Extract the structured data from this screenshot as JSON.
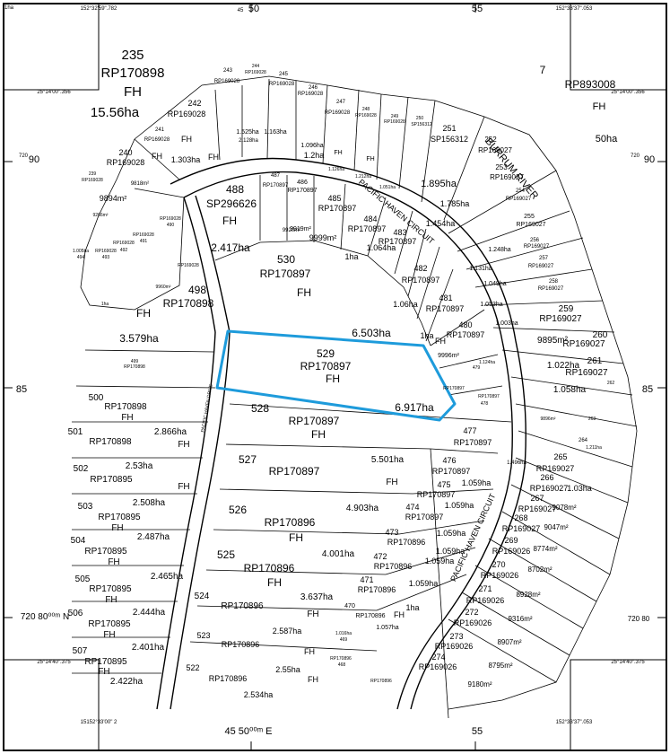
{
  "colors": {
    "highlight": "#1E9BDB",
    "ink": "#000000",
    "background": "#FFFFFF"
  },
  "grid": {
    "top_coord_left": "152°32'59\".782",
    "top_coord_right": "152°33'37\".053",
    "top_easting_small": "45",
    "top_easting_50": "50",
    "top_easting_55": "55",
    "left_coord_top": "25°14'00\".356",
    "right_coord_top": "25°14'00\".356",
    "left_northing_90_small": "720",
    "left_northing_90": "90",
    "right_northing_90_small": "720",
    "right_northing_90": "90",
    "left_northing_85": "85",
    "right_northing_85": "85",
    "left_northing_80": "720 80⁰⁰ᵐ N",
    "right_northing_80": "720 80",
    "left_coord_bottom": "25°14'40\".375",
    "right_coord_bottom": "25°14'40\".375",
    "bottom_coord_left": "15152°33'00\" 2",
    "bottom_coord_right": "152°33'37\".053",
    "bottom_easting": "45 50⁰⁰ᵐ E",
    "bottom_easting_55": "55"
  },
  "roads": {
    "pacific_haven_circuit_upper": "PACIFIC HAVEN CIRCUIT",
    "pacific_haven_circuit_lower": "PACIFIC HAVEN CIRCUIT",
    "burrum_river": "BURRUM RIVER",
    "pacific_haven_drive": "PACIFIC HAVEN DRIVE"
  },
  "parcels": [
    {
      "text": "235"
    },
    {
      "text": "RP170898"
    },
    {
      "text": "FH"
    },
    {
      "text": "15.56ha"
    },
    {
      "text": "7"
    },
    {
      "text": "RP893008"
    },
    {
      "text": "FH"
    },
    {
      "text": "50ha"
    },
    {
      "text": "243"
    },
    {
      "text": "RP169028"
    },
    {
      "text": "244"
    },
    {
      "text": "RP169028"
    },
    {
      "text": "245"
    },
    {
      "text": "RP169028"
    },
    {
      "text": "246"
    },
    {
      "text": "RP169028"
    },
    {
      "text": "247"
    },
    {
      "text": "RP169028"
    },
    {
      "text": "248"
    },
    {
      "text": "RP169028"
    },
    {
      "text": "249"
    },
    {
      "text": "RP169028"
    },
    {
      "text": "250"
    },
    {
      "text": "SP156312"
    },
    {
      "text": "251"
    },
    {
      "text": "SP156312"
    },
    {
      "text": "242"
    },
    {
      "text": "RP169028"
    },
    {
      "text": "241"
    },
    {
      "text": "RP169028"
    },
    {
      "text": "FH"
    },
    {
      "text": "240"
    },
    {
      "text": "RP169028"
    },
    {
      "text": "FH"
    },
    {
      "text": "1.303ha"
    },
    {
      "text": "FH"
    },
    {
      "text": "2.128ha"
    },
    {
      "text": "1.525ha"
    },
    {
      "text": "1.163ha"
    },
    {
      "text": "1.096ha"
    },
    {
      "text": "1.2ha"
    },
    {
      "text": "FH"
    },
    {
      "text": "FH"
    },
    {
      "text": "1.126ha"
    },
    {
      "text": "1.212ha"
    },
    {
      "text": "1.051ha"
    },
    {
      "text": "1.895ha"
    },
    {
      "text": "1.785ha"
    },
    {
      "text": "1.454ha"
    },
    {
      "text": "239"
    },
    {
      "text": "RP169028"
    },
    {
      "text": "9894m²"
    },
    {
      "text": "9818m²"
    },
    {
      "text": "9266m²"
    },
    {
      "text": "488"
    },
    {
      "text": "SP296626"
    },
    {
      "text": "FH"
    },
    {
      "text": "2.417ha"
    },
    {
      "text": "487"
    },
    {
      "text": "RP170897"
    },
    {
      "text": "486"
    },
    {
      "text": "RP170897"
    },
    {
      "text": "485"
    },
    {
      "text": "RP170897"
    },
    {
      "text": "484"
    },
    {
      "text": "RP170897"
    },
    {
      "text": "483"
    },
    {
      "text": "RP170897"
    },
    {
      "text": "9920m²"
    },
    {
      "text": "9919m²"
    },
    {
      "text": "9999m²"
    },
    {
      "text": "1ha"
    },
    {
      "text": "1.064ha"
    },
    {
      "text": "530"
    },
    {
      "text": "RP170897"
    },
    {
      "text": "FH"
    },
    {
      "text": "482"
    },
    {
      "text": "RP170897"
    },
    {
      "text": "1.06ha"
    },
    {
      "text": "481"
    },
    {
      "text": "RP170897"
    },
    {
      "text": "480"
    },
    {
      "text": "RP170897"
    },
    {
      "text": "FH"
    },
    {
      "text": "1ha"
    },
    {
      "text": "9996m²"
    },
    {
      "text": "498"
    },
    {
      "text": "RP170898"
    },
    {
      "text": "FH"
    },
    {
      "text": "3.579ha"
    },
    {
      "text": "6.503ha"
    },
    {
      "text": "529"
    },
    {
      "text": "RP170897"
    },
    {
      "text": "FH"
    },
    {
      "text": "6.917ha"
    },
    {
      "text": "528"
    },
    {
      "text": "RP170897"
    },
    {
      "text": "FH"
    },
    {
      "text": "500"
    },
    {
      "text": "RP170898"
    },
    {
      "text": "FH"
    },
    {
      "text": "499"
    },
    {
      "text": "RP170898"
    },
    {
      "text": "501"
    },
    {
      "text": "RP170898"
    },
    {
      "text": "2.866ha"
    },
    {
      "text": "FH"
    },
    {
      "text": "527"
    },
    {
      "text": "RP170897"
    },
    {
      "text": "5.501ha"
    },
    {
      "text": "FH"
    },
    {
      "text": "502"
    },
    {
      "text": "RP170895"
    },
    {
      "text": "2.53ha"
    },
    {
      "text": "FH"
    },
    {
      "text": "503"
    },
    {
      "text": "RP170895"
    },
    {
      "text": "FH"
    },
    {
      "text": "2.508ha"
    },
    {
      "text": "526"
    },
    {
      "text": "RP170896"
    },
    {
      "text": "FH"
    },
    {
      "text": "4.903ha"
    },
    {
      "text": "504"
    },
    {
      "text": "RP170895"
    },
    {
      "text": "FH"
    },
    {
      "text": "2.487ha"
    },
    {
      "text": "525"
    },
    {
      "text": "RP170896"
    },
    {
      "text": "FH"
    },
    {
      "text": "4.001ha"
    },
    {
      "text": "505"
    },
    {
      "text": "RP170895"
    },
    {
      "text": "FH"
    },
    {
      "text": "2.465ha"
    },
    {
      "text": "524"
    },
    {
      "text": "RP170896"
    },
    {
      "text": "3.637ha"
    },
    {
      "text": "FH"
    },
    {
      "text": "506"
    },
    {
      "text": "RP170895"
    },
    {
      "text": "FH"
    },
    {
      "text": "2.444ha"
    },
    {
      "text": "523"
    },
    {
      "text": "RP170896"
    },
    {
      "text": "2.587ha"
    },
    {
      "text": "FH"
    },
    {
      "text": "507"
    },
    {
      "text": "RP170895"
    },
    {
      "text": "FH"
    },
    {
      "text": "2.422ha"
    },
    {
      "text": "2.401ha"
    },
    {
      "text": "522"
    },
    {
      "text": "RP170896"
    },
    {
      "text": "2.55ha"
    },
    {
      "text": "FH"
    },
    {
      "text": "2.534ha"
    },
    {
      "text": "476"
    },
    {
      "text": "RP170897"
    },
    {
      "text": "1.059ha"
    },
    {
      "text": "475"
    },
    {
      "text": "RP170897"
    },
    {
      "text": "1.059ha"
    },
    {
      "text": "474"
    },
    {
      "text": "RP170897"
    },
    {
      "text": "1.059ha"
    },
    {
      "text": "473"
    },
    {
      "text": "RP170896"
    },
    {
      "text": "1.059ha"
    },
    {
      "text": "472"
    },
    {
      "text": "RP170896"
    },
    {
      "text": "1.059ha"
    },
    {
      "text": "471"
    },
    {
      "text": "RP170896"
    },
    {
      "text": "1.059ha"
    },
    {
      "text": "470"
    },
    {
      "text": "RP170896"
    },
    {
      "text": "1ha"
    },
    {
      "text": "1.057ha"
    },
    {
      "text": "FH"
    },
    {
      "text": "477"
    },
    {
      "text": "RP170897"
    },
    {
      "text": "1.496ha"
    },
    {
      "text": "265"
    },
    {
      "text": "RP169027"
    },
    {
      "text": "266"
    },
    {
      "text": "RP169027"
    },
    {
      "text": "1.03ha"
    },
    {
      "text": "9078m²"
    },
    {
      "text": "267"
    },
    {
      "text": "RP169027"
    },
    {
      "text": "9047m²"
    },
    {
      "text": "268"
    },
    {
      "text": "RP169027"
    },
    {
      "text": "8774m²"
    },
    {
      "text": "269"
    },
    {
      "text": "RP169026"
    },
    {
      "text": "8702m²"
    },
    {
      "text": "270"
    },
    {
      "text": "RP169026"
    },
    {
      "text": "8928m²"
    },
    {
      "text": "271"
    },
    {
      "text": "RP169026"
    },
    {
      "text": "9316m²"
    },
    {
      "text": "272"
    },
    {
      "text": "RP169026"
    },
    {
      "text": "8907m²"
    },
    {
      "text": "273"
    },
    {
      "text": "RP169026"
    },
    {
      "text": "8795m²"
    },
    {
      "text": "274"
    },
    {
      "text": "RP169026"
    },
    {
      "text": "9180m²"
    },
    {
      "text": "252"
    },
    {
      "text": "RP169027"
    },
    {
      "text": "253"
    },
    {
      "text": "RP169027"
    },
    {
      "text": "254"
    },
    {
      "text": "RP169027"
    },
    {
      "text": "255"
    },
    {
      "text": "RP169027"
    },
    {
      "text": "256"
    },
    {
      "text": "RP169027"
    },
    {
      "text": "257"
    },
    {
      "text": "RP169027"
    },
    {
      "text": "258"
    },
    {
      "text": "RP169027"
    },
    {
      "text": "1.131ha"
    },
    {
      "text": "1.248ha"
    },
    {
      "text": "1.049ha"
    },
    {
      "text": "1.053ha"
    },
    {
      "text": "1.003ha"
    },
    {
      "text": "259"
    },
    {
      "text": "RP169027"
    },
    {
      "text": "9895m²"
    },
    {
      "text": "260"
    },
    {
      "text": "RP169027"
    },
    {
      "text": "1.022ha"
    },
    {
      "text": "261"
    },
    {
      "text": "RP169027"
    },
    {
      "text": "1.058ha"
    },
    {
      "text": "262"
    },
    {
      "text": "263"
    },
    {
      "text": "9896m²"
    },
    {
      "text": "264"
    },
    {
      "text": "1.211ha"
    },
    {
      "text": "1.124ha"
    },
    {
      "text": "479"
    },
    {
      "text": "RP170897"
    },
    {
      "text": "478"
    },
    {
      "text": "RP170897"
    },
    {
      "text": "1.005ha"
    },
    {
      "text": "494"
    },
    {
      "text": "RP169028"
    },
    {
      "text": "493"
    },
    {
      "text": "RP169028"
    },
    {
      "text": "492"
    },
    {
      "text": "RP169028"
    },
    {
      "text": "491"
    },
    {
      "text": "RP169028"
    },
    {
      "text": "490"
    },
    {
      "text": "RP169028"
    },
    {
      "text": "9960m²"
    },
    {
      "text": "1ha"
    },
    {
      "text": "1.016ha"
    },
    {
      "text": "469"
    },
    {
      "text": "RP170896"
    },
    {
      "text": "468"
    },
    {
      "text": "RP170896"
    },
    {
      "text": "1ha"
    }
  ]
}
